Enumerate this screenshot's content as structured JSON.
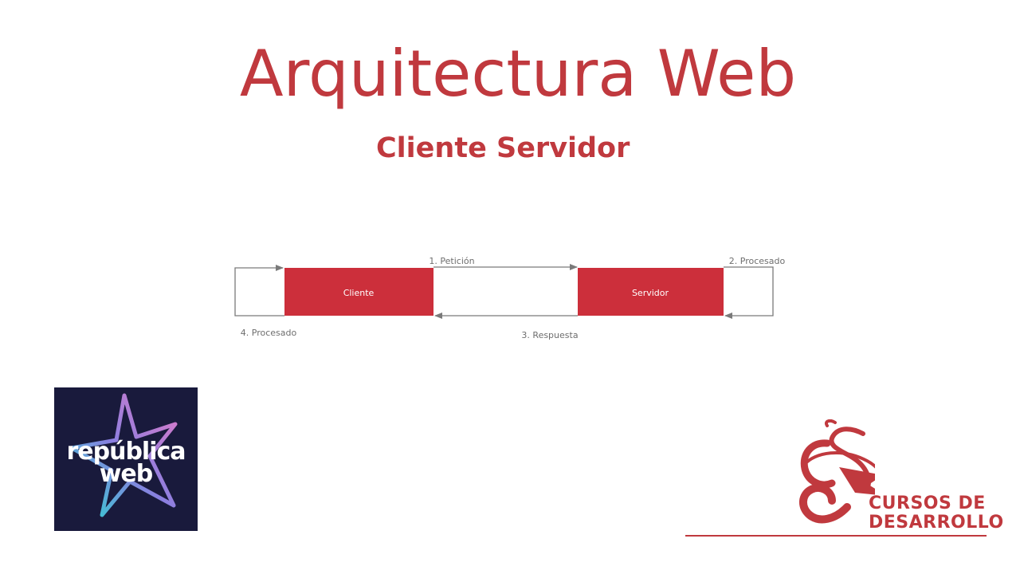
{
  "slide": {
    "title": "Arquitectura Web",
    "subtitle": "Cliente Servidor"
  },
  "diagram": {
    "nodes": {
      "client": "Cliente",
      "server": "Servidor"
    },
    "steps": {
      "request": "1. Petición",
      "server_processing": "2. Procesado",
      "response": "3. Respuesta",
      "client_processing": "4. Procesado"
    },
    "colors": {
      "node_fill": "#cc2f3b",
      "arrow": "#7a7a7a"
    }
  },
  "logos": {
    "republica_web": {
      "line1": "república",
      "line2": "web",
      "background": "#191a3c"
    },
    "cursos_de_desarrollo": {
      "line1": "CURSOS DE",
      "line2": "DESARROLLO",
      "color": "#c0393e"
    }
  }
}
